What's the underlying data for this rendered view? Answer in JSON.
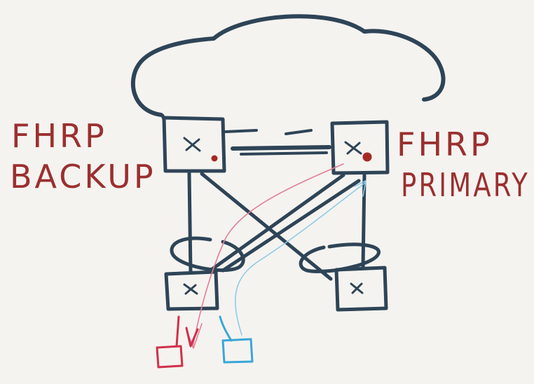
{
  "labels": {
    "left_line1": "FHRP",
    "left_line2": "BACKUP",
    "right_line1": "FHRP",
    "right_line2": "PRIMARY"
  },
  "colors": {
    "background": "#f5f3f0",
    "ink": "#2e4457",
    "label": "#9b2f2f",
    "red_flow": "#d0304a",
    "red_flow_light": "#e47f93",
    "blue_flow": "#38a6d6",
    "blue_flow_light": "#8fcbe6",
    "dot": "#a52a25"
  },
  "nodes": [
    {
      "id": "distribution-left",
      "role": "FHRP backup switch",
      "icon": "x-mark"
    },
    {
      "id": "distribution-right",
      "role": "FHRP primary switch",
      "icon": "x-mark"
    },
    {
      "id": "access-left",
      "role": "access switch",
      "icon": "x-mark"
    },
    {
      "id": "access-right",
      "role": "access switch",
      "icon": "x-mark"
    },
    {
      "id": "host-red",
      "role": "host"
    },
    {
      "id": "host-blue",
      "role": "host"
    }
  ]
}
